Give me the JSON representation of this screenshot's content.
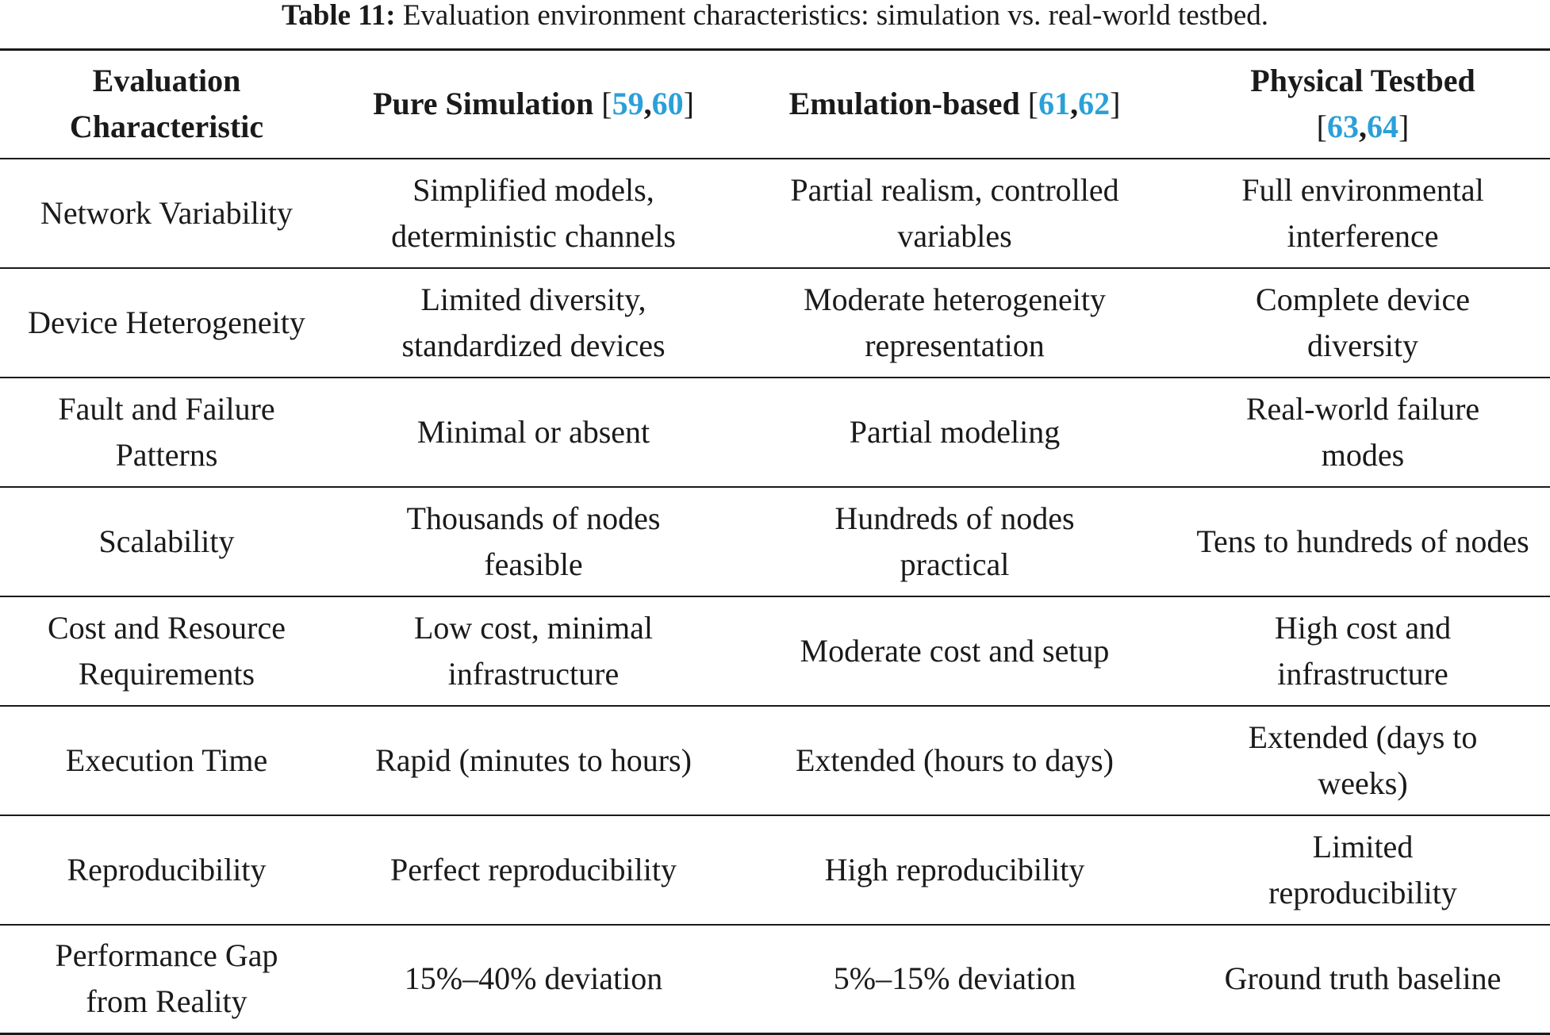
{
  "caption": {
    "label": "Table 11:",
    "text": "Evaluation environment characteristics: simulation vs. real-world testbed."
  },
  "headers": {
    "col0": "Evaluation Characteristic",
    "col1": {
      "title": "Pure Simulation",
      "open": " [",
      "ref_a": "59",
      "sep": ",",
      "ref_b": "60",
      "close": "]"
    },
    "col2": {
      "title": "Emulation-based",
      "open": " [",
      "ref_a": "61",
      "sep": ",",
      "ref_b": "62",
      "close": "]"
    },
    "col3": {
      "title": "Physical Testbed",
      "open": " [",
      "ref_a": "63",
      "sep": ",",
      "ref_b": "64",
      "close": "]"
    }
  },
  "rows": [
    {
      "characteristic": "Network Variability",
      "simulation": "Simplified models, deterministic channels",
      "emulation": "Partial realism, controlled variables",
      "testbed": "Full environmental interference"
    },
    {
      "characteristic": "Device Heterogeneity",
      "simulation": "Limited diversity, standardized devices",
      "emulation": "Moderate heterogeneity representation",
      "testbed": "Complete device diversity"
    },
    {
      "characteristic": "Fault and Failure Patterns",
      "simulation": "Minimal or absent",
      "emulation": "Partial modeling",
      "testbed": "Real-world failure modes"
    },
    {
      "characteristic": "Scalability",
      "simulation": "Thousands of nodes feasible",
      "emulation": "Hundreds of nodes practical",
      "testbed": "Tens to hundreds of nodes"
    },
    {
      "characteristic": "Cost and Resource Requirements",
      "simulation": "Low cost, minimal infrastructure",
      "emulation": "Moderate cost and setup",
      "testbed": "High cost and infrastructure"
    },
    {
      "characteristic": "Execution Time",
      "simulation": "Rapid (minutes to hours)",
      "emulation": "Extended (hours to days)",
      "testbed": "Extended (days to weeks)"
    },
    {
      "characteristic": "Reproducibility",
      "simulation": "Perfect reproducibility",
      "emulation": "High reproducibility",
      "testbed": "Limited reproducibility"
    },
    {
      "characteristic": "Performance Gap from Reality",
      "simulation": "15%–40% deviation",
      "emulation": "5%–15% deviation",
      "testbed": "Ground truth baseline"
    }
  ]
}
